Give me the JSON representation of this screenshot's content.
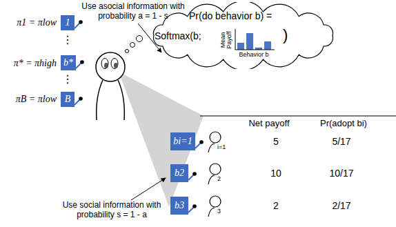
{
  "diagram": {
    "nodes": [
      {
        "text": [
          "1"
        ]
      },
      {
        "text": [
          "b*"
        ]
      },
      {
        "text": [
          "B"
        ]
      },
      {
        "text": [
          "Pr(do behavior b) =",
          "Softmax(b;",
          ")"
        ]
      },
      {
        "text": [
          "bi=1"
        ]
      },
      {
        "text": [
          "b2"
        ]
      },
      {
        "text": [
          "b3"
        ]
      }
    ],
    "labels": [
      "Use asocial information with probability a = 1 - s",
      "Use social information with probability s = 1 - a",
      "π1 = πlow",
      "⋮",
      "π* = πhigh",
      "⋮",
      "πB = πlow",
      "Mean Payoff",
      "Behavior b",
      "Net payoff",
      "Pr(adopt bi)",
      "i=1",
      "5",
      "5/17",
      "2",
      "10",
      "10/17",
      "3",
      "2",
      "2/17"
    ]
  }
}
